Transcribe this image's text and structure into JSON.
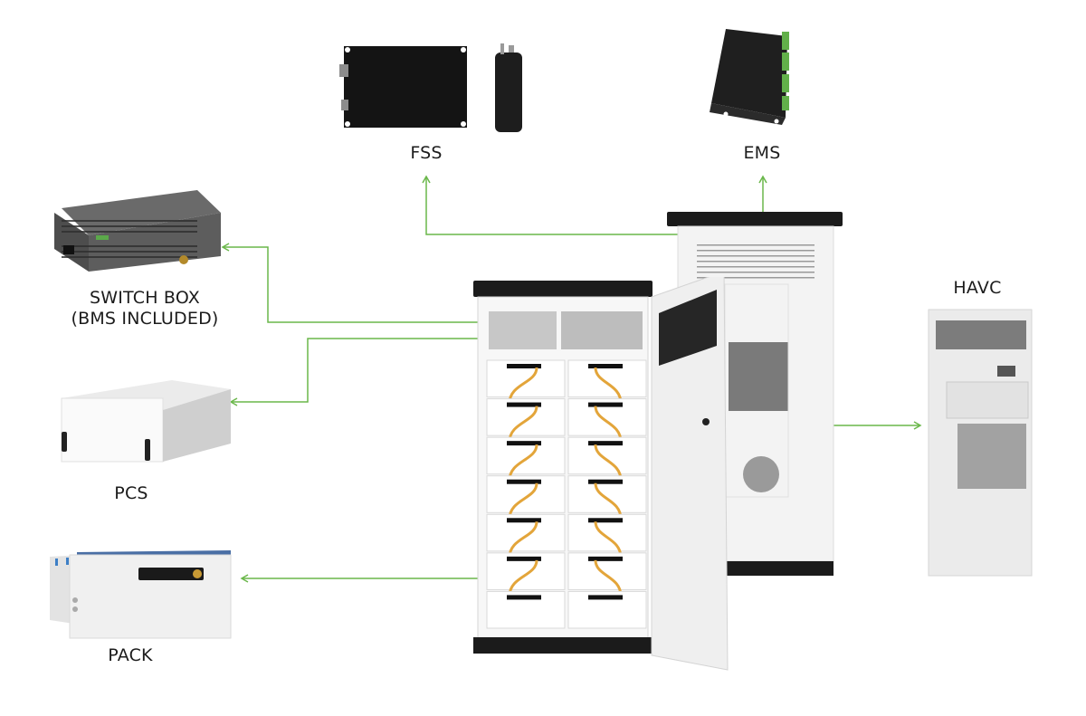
{
  "diagram": {
    "accent_color": "#6ab74a",
    "components": [
      {
        "id": "fss",
        "label": "FSS",
        "description": "fire suppression system units"
      },
      {
        "id": "ems",
        "label": "EMS",
        "description": "energy management system box"
      },
      {
        "id": "switch-box",
        "label": "SWITCH BOX\n(BMS INCLUDED)",
        "lines": [
          "SWITCH BOX",
          "(BMS INCLUDED)"
        ]
      },
      {
        "id": "pcs",
        "label": "PCS"
      },
      {
        "id": "pack",
        "label": "PACK"
      },
      {
        "id": "havc",
        "label": "HAVC"
      }
    ],
    "cabinet": {
      "battery_module_rows": 7,
      "battery_module_columns": 2
    }
  }
}
